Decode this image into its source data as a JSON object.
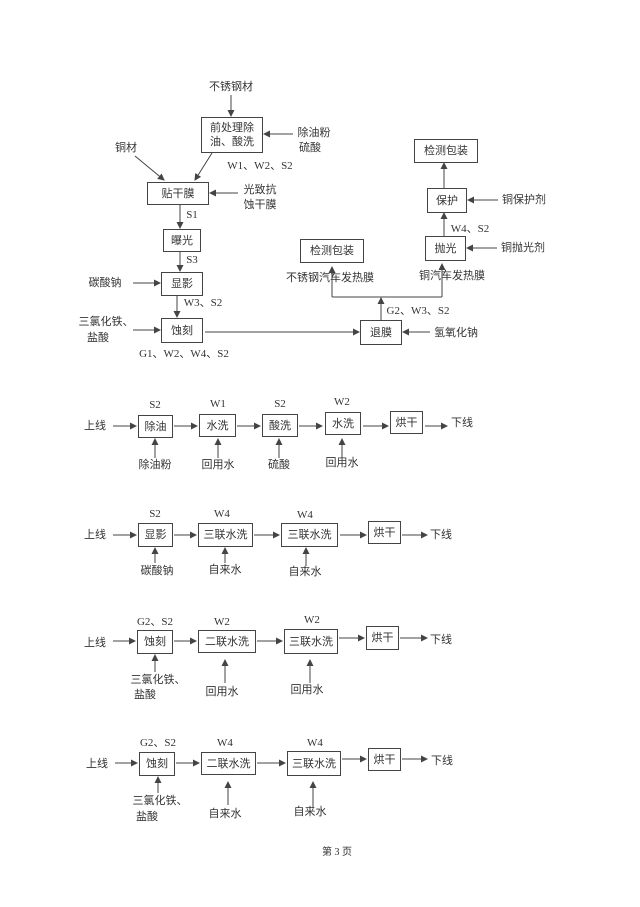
{
  "main_flow": {
    "stainless_input": "不锈钢材",
    "pretreat": {
      "line1": "前处理除",
      "line2": "油、酸洗"
    },
    "pretreat_chem": {
      "line1": "除油粉",
      "line2": "硫酸"
    },
    "pretreat_emission": "W1、W2、S2",
    "copper_input": "铜材",
    "laminate": "贴干膜",
    "film": {
      "line1": "光致抗",
      "line2": "蚀干膜"
    },
    "s1": "S1",
    "exposure": "曝光",
    "s3": "S3",
    "sodium_carbonate": "碳酸钠",
    "develop": "显影",
    "develop_emission": "W3、S2",
    "etch_chem": {
      "line1": "三氯化铁、",
      "line2": "盐酸"
    },
    "etch": "蚀刻",
    "etch_emission": "G1、W2、W4、S2",
    "strip": "退膜",
    "sodium_hydroxide": "氢氧化钠",
    "strip_emission": "G2、W3、S2",
    "stainless_product": "不锈钢汽车发热膜",
    "copper_product": "铜汽车发热膜",
    "inspect_left": "检测包装",
    "polish": "抛光",
    "polish_agent": "铜抛光剂",
    "polish_emission": "W4、S2",
    "protect": "保护",
    "protect_agent": "铜保护剂",
    "inspect_right": "检测包装"
  },
  "flows": [
    {
      "start": "上线",
      "end": "下线",
      "steps": [
        {
          "label": "除油",
          "emission": "S2",
          "input": "除油粉"
        },
        {
          "label": "水洗",
          "emission": "W1",
          "input": "回用水"
        },
        {
          "label": "酸洗",
          "emission": "S2",
          "input": "硫酸"
        },
        {
          "label": "水洗",
          "emission": "W2",
          "input": "回用水"
        },
        {
          "label": "烘干"
        }
      ]
    },
    {
      "start": "上线",
      "end": "下线",
      "steps": [
        {
          "label": "显影",
          "emission": "S2",
          "input": "碳酸钠"
        },
        {
          "label": "三联水洗",
          "emission": "W4",
          "input": "自来水"
        },
        {
          "label": "三联水洗",
          "emission": "W4",
          "input": "自来水"
        },
        {
          "label": "烘干"
        }
      ]
    },
    {
      "start": "上线",
      "end": "下线",
      "steps": [
        {
          "label": "蚀刻",
          "emission": "G2、S2",
          "input1": "三氯化铁、",
          "input2": "盐酸"
        },
        {
          "label": "二联水洗",
          "emission": "W2",
          "input": "回用水"
        },
        {
          "label": "三联水洗",
          "emission": "W2",
          "input": "回用水"
        },
        {
          "label": "烘干"
        }
      ]
    },
    {
      "start": "上线",
      "end": "下线",
      "steps": [
        {
          "label": "蚀刻",
          "emission": "G2、S2",
          "input1": "三氯化铁、",
          "input2": "盐酸"
        },
        {
          "label": "二联水洗",
          "emission": "W4",
          "input": "自来水"
        },
        {
          "label": "三联水洗",
          "emission": "W4",
          "input": "自来水"
        },
        {
          "label": "烘干"
        }
      ]
    }
  ],
  "footer": {
    "page": "第 3 页"
  }
}
